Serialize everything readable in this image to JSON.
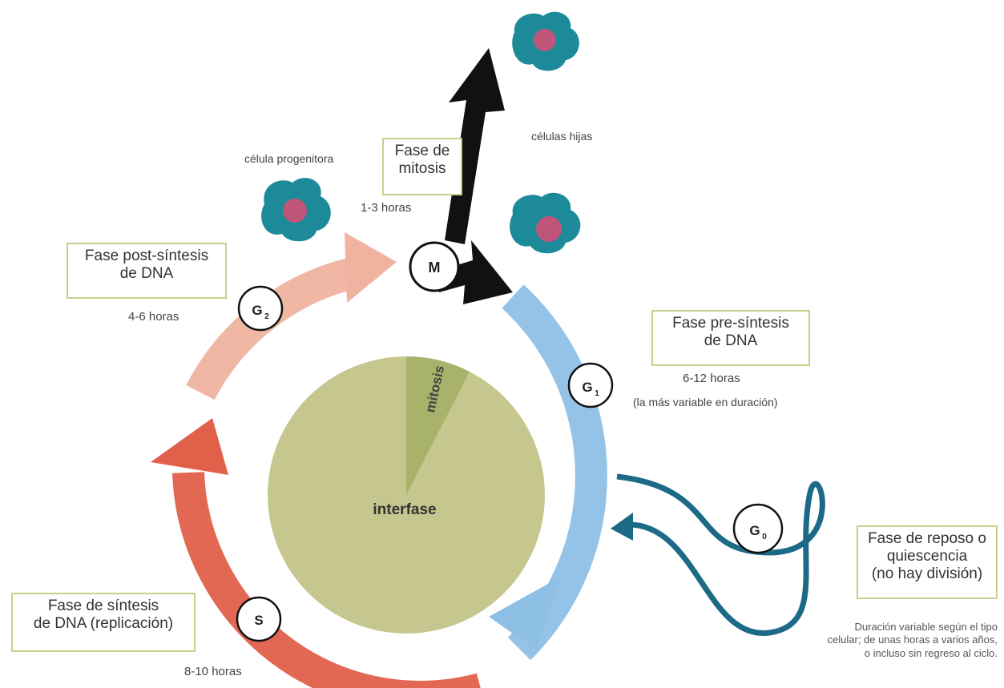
{
  "colors": {
    "pie_interphase": "#c6c78f",
    "pie_mitosis": "#a9b26a",
    "box_border": "#c8cf8a",
    "arc_g2": "#efb3a0",
    "arc_s": "#e0604a",
    "arc_g1": "#8ec0e6",
    "arrow_m": "#111111",
    "g0_loop": "#1d6a86",
    "cell_body": "#1c8a99",
    "cell_nucleus": "#c0557a"
  },
  "pie": {
    "main_label": "interfase",
    "slice_label": "mitosis",
    "mitosis_fraction": 0.05
  },
  "phases": {
    "M": "M",
    "G1": "G",
    "G1_sub": "1",
    "G2": "G",
    "G2_sub": "2",
    "S": "S",
    "G0": "G",
    "G0_sub": "0"
  },
  "labels": {
    "celula_progenitora": "célula progenitora",
    "celulas_hijas": "células hijas",
    "mitosis_box": [
      "Fase de",
      "mitosis"
    ],
    "mitosis_time": "1-3 horas",
    "post_box": [
      "Fase post-síntesis",
      "de DNA"
    ],
    "post_time": "4-6 horas",
    "pre_box": [
      "Fase pre-síntesis",
      "de DNA"
    ],
    "pre_time": "6-12 horas",
    "pre_note": "(la más variable en duración)",
    "synth_box": [
      "Fase de síntesis",
      "de DNA (replicación)"
    ],
    "synth_time": "8-10 horas",
    "rest_box": [
      "Fase de reposo o",
      "quiescencia",
      "(no hay división)"
    ],
    "rest_note": [
      "Duración variable según el tipo",
      "celular; de unas horas a varios años,",
      "o incluso sin regreso al ciclo."
    ]
  }
}
